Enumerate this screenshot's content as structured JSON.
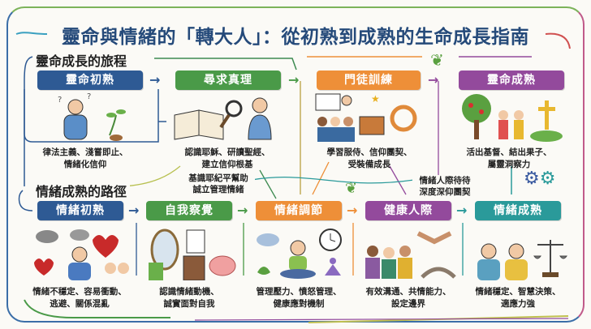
{
  "title": "靈命與情緒的「轉大人」：從初熟到成熟的生命成長指南",
  "spiritual": {
    "heading": "靈命成長的旅程",
    "stages": [
      {
        "label": "靈命初熟",
        "caption": [
          "律法主義、淺嘗即止、",
          "情緒化信仰"
        ],
        "color": "#2e5a94"
      },
      {
        "label": "尋求真理",
        "caption": [
          "認識耶穌、研讀聖經、",
          "建立信仰根基"
        ],
        "color": "#4a9a48"
      },
      {
        "label": "門徒訓練",
        "caption": [
          "學習服侍、信仰團契、",
          "受裝備成長"
        ],
        "color": "#ee8f38"
      },
      {
        "label": "靈命成熟",
        "caption": [
          "活出基督、結出果子、",
          "屬靈洞察力"
        ],
        "color": "#934a9c"
      }
    ]
  },
  "emotional": {
    "heading": "情緒成熟的路徑",
    "stages": [
      {
        "label": "情緒初熟",
        "caption": [
          "情緒不穩定、容易衝動、",
          "逃避、關係混亂"
        ],
        "color": "#2e5a94"
      },
      {
        "label": "自我察覺",
        "caption": [
          "認識情緒動機、",
          "誠實面對自我"
        ],
        "color": "#4a9a48"
      },
      {
        "label": "情緒調節",
        "caption": [
          "管理壓力、憤怒管理、",
          "健康應對機制"
        ],
        "color": "#ee8f38"
      },
      {
        "label": "健康人際",
        "caption": [
          "有效溝通、共情能力、",
          "設定邊界"
        ],
        "color": "#934a9c"
      },
      {
        "label": "情緒成熟",
        "caption": [
          "情緒穩定、智慧決策、",
          "適應力強"
        ],
        "color": "#2a9a9a"
      }
    ]
  },
  "links": [
    {
      "text": [
        "基識耶紀平幫助",
        "誠立管理情緒"
      ]
    },
    {
      "text": [
        "情緒人際待待",
        "深度深仰團契"
      ]
    }
  ]
}
